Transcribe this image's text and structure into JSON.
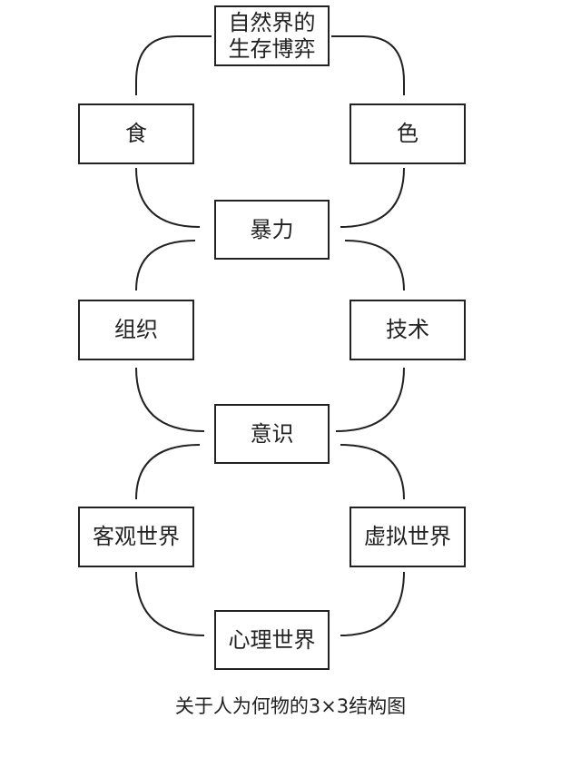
{
  "nodes": {
    "top": "自然界的\n生存博弈",
    "food": "食",
    "sex": "色",
    "violence": "暴力",
    "organization": "组织",
    "technology": "技术",
    "consciousness": "意识",
    "objective": "客观世界",
    "virtual": "虚拟世界",
    "psychological": "心理世界"
  },
  "caption": "关于人为何物的3×3结构图"
}
